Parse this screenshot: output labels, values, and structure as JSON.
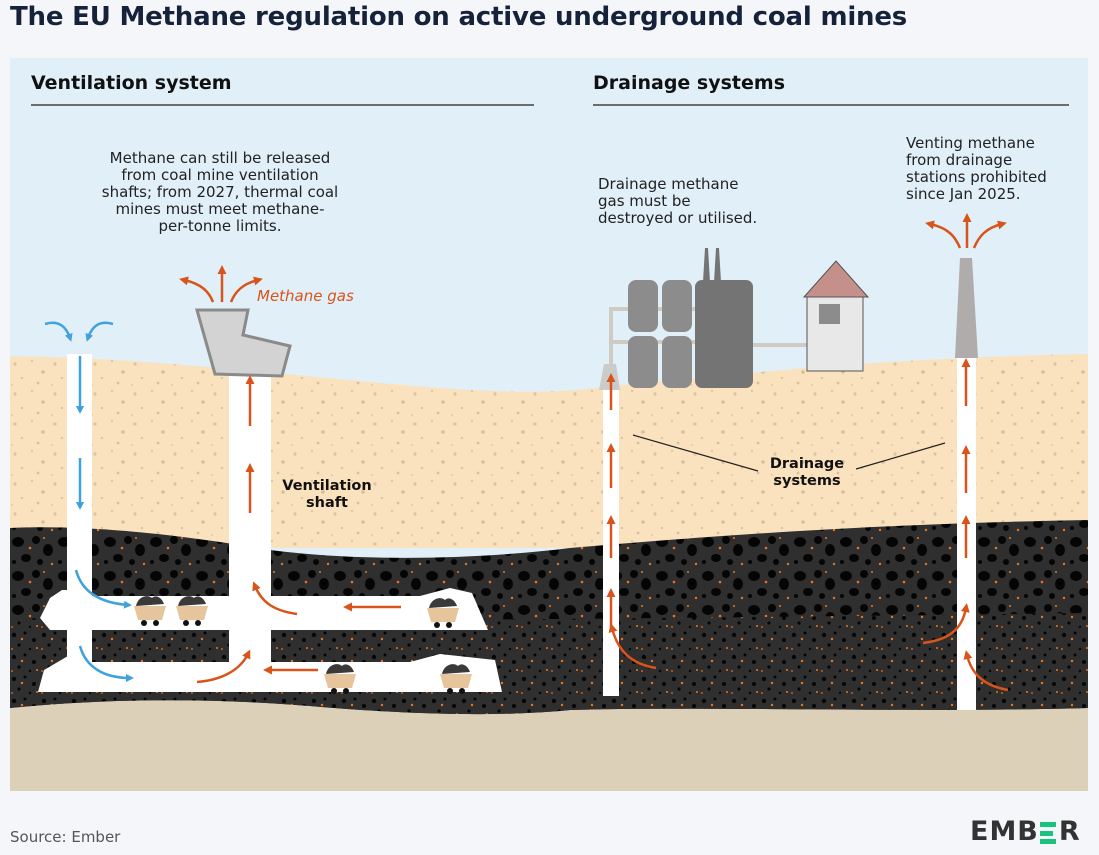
{
  "title": "The EU Methane regulation on active underground coal mines",
  "sections": {
    "ventilation": {
      "heading": "Ventilation system",
      "note": "Methane can still be released from coal mine ventilation shafts; from 2027, thermal coal mines must meet methane-per-tonne limits.",
      "note_lines": [
        "Methane can still be released",
        "from coal mine ventilation",
        "shafts; from 2027, thermal coal",
        "mines must meet methane-",
        "per-tonne limits."
      ],
      "methane_label": "Methane gas",
      "shaft_label_lines": [
        "Ventilation",
        "shaft"
      ]
    },
    "drainage": {
      "heading": "Drainage systems",
      "note_utilise_lines": [
        "Drainage methane",
        "gas must be",
        "destroyed or utilised."
      ],
      "note_venting_lines": [
        "Venting methane",
        "from drainage",
        "stations prohibited",
        "since Jan 2025."
      ],
      "systems_label_lines": [
        "Drainage",
        "systems"
      ]
    }
  },
  "legend_colors": {
    "fresh_air": "#3fa2dc",
    "methane": "#d9541a",
    "sky": "#e1eff9",
    "topsoil": "#fbe2bf",
    "coal_seam": "#2f2f2f",
    "bedrock": "#ddd0b8"
  },
  "footer": {
    "source": "Source: Ember",
    "logo": {
      "left": "EMB",
      "right": "R",
      "accent": "#19c37d"
    }
  }
}
